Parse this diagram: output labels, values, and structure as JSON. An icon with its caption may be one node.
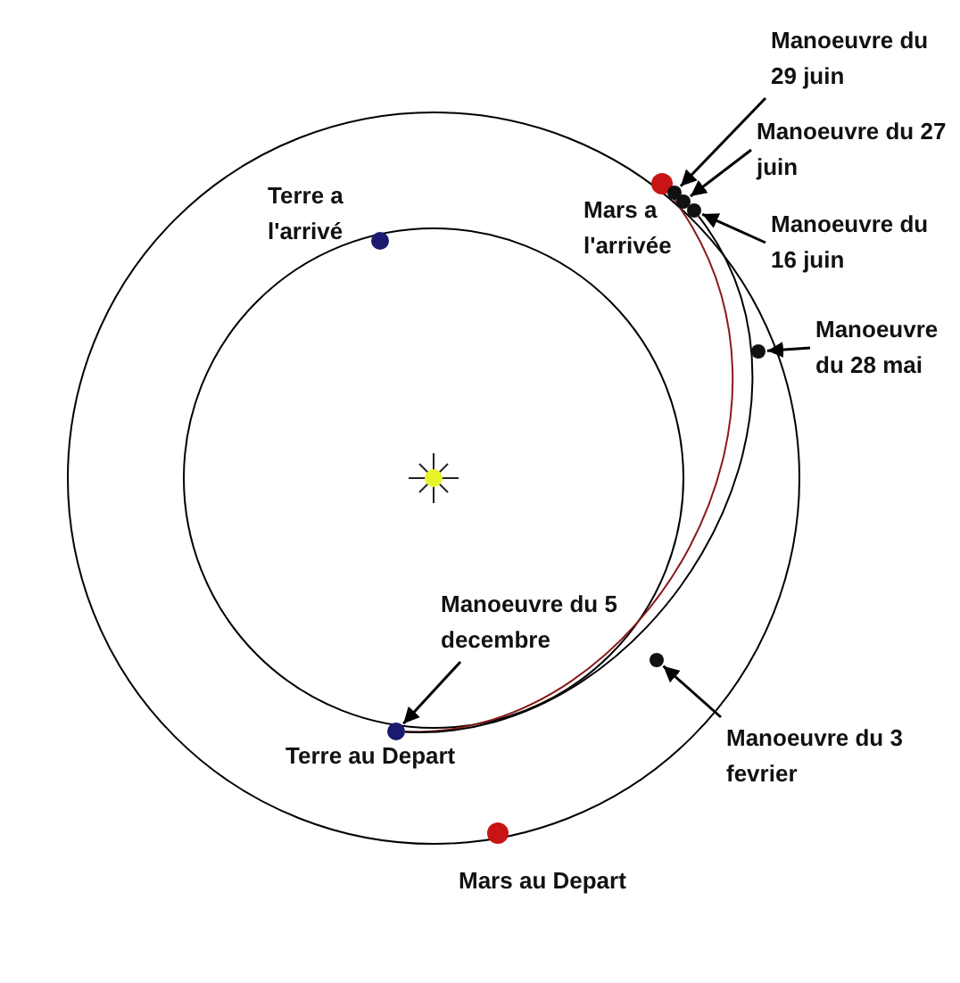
{
  "diagram": {
    "nodes": [
      {
        "text": [],
        "shape": "circle",
        "beside": [
          "Terre a l'arrivé"
        ]
      },
      {
        "text": [],
        "shape": "circle",
        "beside": [
          "Mars a l'arrivée"
        ]
      },
      {
        "text": [],
        "shape": "circle"
      },
      {
        "text": [],
        "shape": "circle"
      },
      {
        "text": [],
        "shape": "circle"
      },
      {
        "text": [],
        "shape": "circle"
      },
      {
        "text": [],
        "shape": "circle"
      },
      {
        "text": [],
        "shape": "circle",
        "beside": [
          "Terre au Depart"
        ]
      },
      {
        "text": [],
        "shape": "circle",
        "beside": [
          "Mars au Depart"
        ]
      },
      {
        "text": [
          "Manoeuvre du 29 juin"
        ]
      },
      {
        "text": [
          "Manoeuvre du 27 juin"
        ]
      },
      {
        "text": [
          "Manoeuvre du 16 juin"
        ]
      },
      {
        "text": [
          "Manoeuvre du 28 mai"
        ]
      },
      {
        "text": [
          "Manoeuvre du 5 decembre"
        ]
      },
      {
        "text": [
          "Manoeuvre du 3 fevrier"
        ]
      }
    ],
    "edges": [
      {
        "from": 9,
        "to": 2,
        "arrow": "to"
      },
      {
        "from": 10,
        "to": 3,
        "arrow": "to"
      },
      {
        "from": 11,
        "to": 4,
        "arrow": "to"
      },
      {
        "from": 12,
        "to": 5,
        "arrow": "to"
      },
      {
        "from": 13,
        "to": 7,
        "arrow": "to"
      },
      {
        "from": 14,
        "to": 6,
        "arrow": "to"
      },
      {
        "from": 7,
        "to": 1,
        "arrow": "none",
        "color": "#8b1a1a"
      },
      {
        "from": 7,
        "to": 4,
        "arrow": "none"
      }
    ]
  }
}
